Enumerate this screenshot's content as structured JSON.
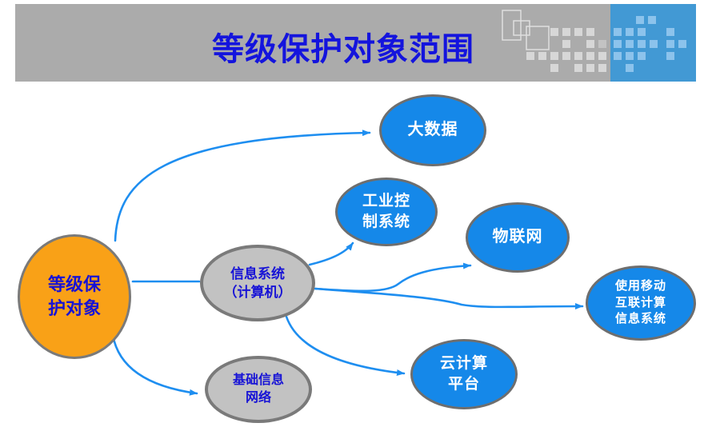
{
  "header": {
    "title": "等级保护对象范围"
  },
  "colors": {
    "banner_gray": "#ABABAB",
    "banner_blue_block": "#4299D4",
    "title_text_blue": "#1414DD",
    "node_blue_fill": "#1588E9",
    "node_gray_fill": "#C2C2C2",
    "node_orange_fill": "#F9A117",
    "node_border_gray": "#7A7A7A",
    "edge_line_blue": "#1E8EF0",
    "node_text_blue": "#1713D6",
    "node_text_white": "#FFFFFF"
  },
  "nodes": {
    "root": {
      "label": "等级保\n护对象"
    },
    "info_system": {
      "label": "信息系统\n（计算机）"
    },
    "basic_network": {
      "label": "基础信息\n网络"
    },
    "big_data": {
      "label": "大数据"
    },
    "industrial_control": {
      "label": "工业控\n制系统"
    },
    "iot": {
      "label": "物联网"
    },
    "mobile_internet": {
      "label": "使用移动\n互联计算\n信息系统"
    },
    "cloud_platform": {
      "label": "云计算\n平台"
    }
  },
  "edges": [
    {
      "from": "root",
      "to": "big_data",
      "arrow": true
    },
    {
      "from": "root",
      "to": "info_system",
      "arrow": false
    },
    {
      "from": "root",
      "to": "basic_network",
      "arrow": true
    },
    {
      "from": "info_system",
      "to": "industrial_control",
      "arrow": true
    },
    {
      "from": "info_system",
      "to": "iot",
      "arrow": true
    },
    {
      "from": "info_system",
      "to": "mobile_internet",
      "arrow": true
    },
    {
      "from": "info_system",
      "to": "cloud_platform",
      "arrow": true
    }
  ]
}
